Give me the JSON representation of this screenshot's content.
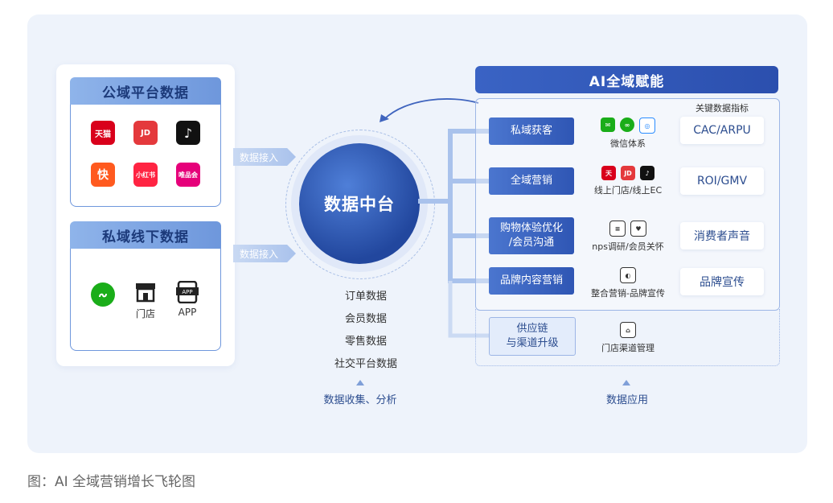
{
  "left": {
    "public_title": "公域平台数据",
    "public_icons": [
      {
        "name": "tmall-icon",
        "label": "天猫",
        "color": "#d9001b"
      },
      {
        "name": "jd-icon",
        "label": "JD",
        "color": "#e4393c"
      },
      {
        "name": "douyin-icon",
        "label": "♪",
        "color": "#111111"
      },
      {
        "name": "kuaishou-icon",
        "label": "快",
        "color": "#ff5a1f"
      },
      {
        "name": "xiaohongshu-icon",
        "label": "小红书",
        "color": "#ff2442"
      },
      {
        "name": "vip-icon",
        "label": "唯品会",
        "color": "#e6007a"
      }
    ],
    "private_title": "私域线下数据",
    "private_items": [
      {
        "name": "miniprogram-icon",
        "label": ""
      },
      {
        "name": "store-icon",
        "label": "门店"
      },
      {
        "name": "app-icon",
        "label": "APP"
      }
    ]
  },
  "arrows": {
    "in1": "数据接入",
    "in2": "数据接入"
  },
  "hub": {
    "title": "数据中台"
  },
  "data_list": [
    "订单数据",
    "会员数据",
    "零售数据",
    "社交平台数据"
  ],
  "collect_caption": "数据收集、分析",
  "right": {
    "banner": "AI全域赋能",
    "metric_head": "关键数据指标",
    "rows": [
      {
        "label": "私域获客",
        "mid": "微信体系",
        "metric": "CAC/ARPU"
      },
      {
        "label": "全域营销",
        "mid": "线上门店/线上EC",
        "metric": "ROI/GMV"
      },
      {
        "label": "购物体验优化\n/会员沟通",
        "mid": "nps调研/会员关怀",
        "metric": "消费者声音"
      },
      {
        "label": "品牌内容营销",
        "mid": "整合营销-品牌宣传",
        "metric": "品牌宣传"
      }
    ],
    "supply": {
      "label": "供应链\n与渠道升级",
      "mid": "门店渠道管理"
    }
  },
  "apply_caption": "数据应用",
  "footer": "图：AI 全域营销增长飞轮图"
}
